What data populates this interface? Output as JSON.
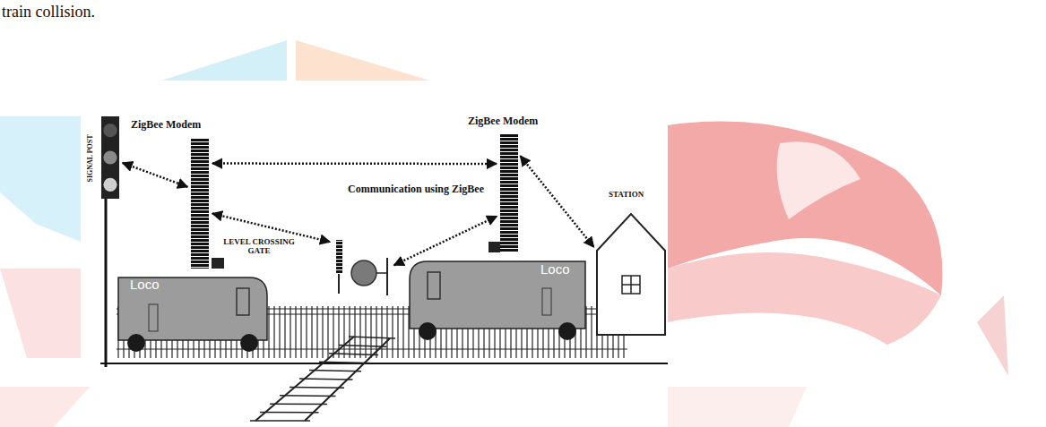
{
  "diagram": {
    "nodes": [
      {
        "text": [
          "SIGNAL POST"
        ]
      },
      {
        "text": [
          "ZigBee Modem"
        ]
      },
      {
        "text": [
          "ZigBee Modem"
        ]
      },
      {
        "text": [
          "LEVEL CROSSING GATE"
        ]
      },
      {
        "text": [
          "Loco"
        ]
      },
      {
        "text": [
          "Loco"
        ]
      },
      {
        "text": [
          "STATION"
        ]
      }
    ],
    "edges": [
      {
        "from": 0,
        "to": 1,
        "arrow": "both"
      },
      {
        "from": 1,
        "to": 2,
        "arrow": "both"
      },
      {
        "from": 1,
        "to": 3,
        "arrow": "both"
      },
      {
        "from": 3,
        "to": 2,
        "arrow": "both"
      },
      {
        "from": 2,
        "to": 6,
        "arrow": "both"
      }
    ],
    "labels": [
      "train collision.",
      "Communication using ZigBee"
    ]
  }
}
